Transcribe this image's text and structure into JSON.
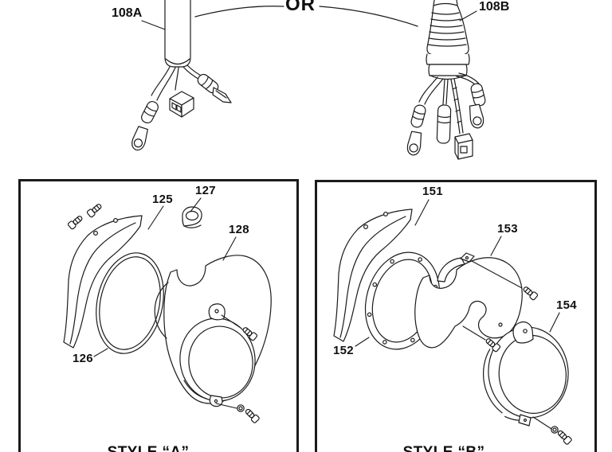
{
  "top": {
    "or_separator": "OR",
    "harness_a_label": "108A",
    "harness_b_label": "108B"
  },
  "panel_a": {
    "caption": "STYLE “A”",
    "labels": {
      "shield": "125",
      "gasket": "126",
      "nut": "127",
      "housing": "128"
    }
  },
  "panel_b": {
    "caption": "STYLE “B”",
    "labels": {
      "shield": "151",
      "gasket": "152",
      "housing": "153",
      "end_cap": "154"
    }
  },
  "colors": {
    "ink": "#1b1b1b",
    "background": "#ffffff"
  }
}
